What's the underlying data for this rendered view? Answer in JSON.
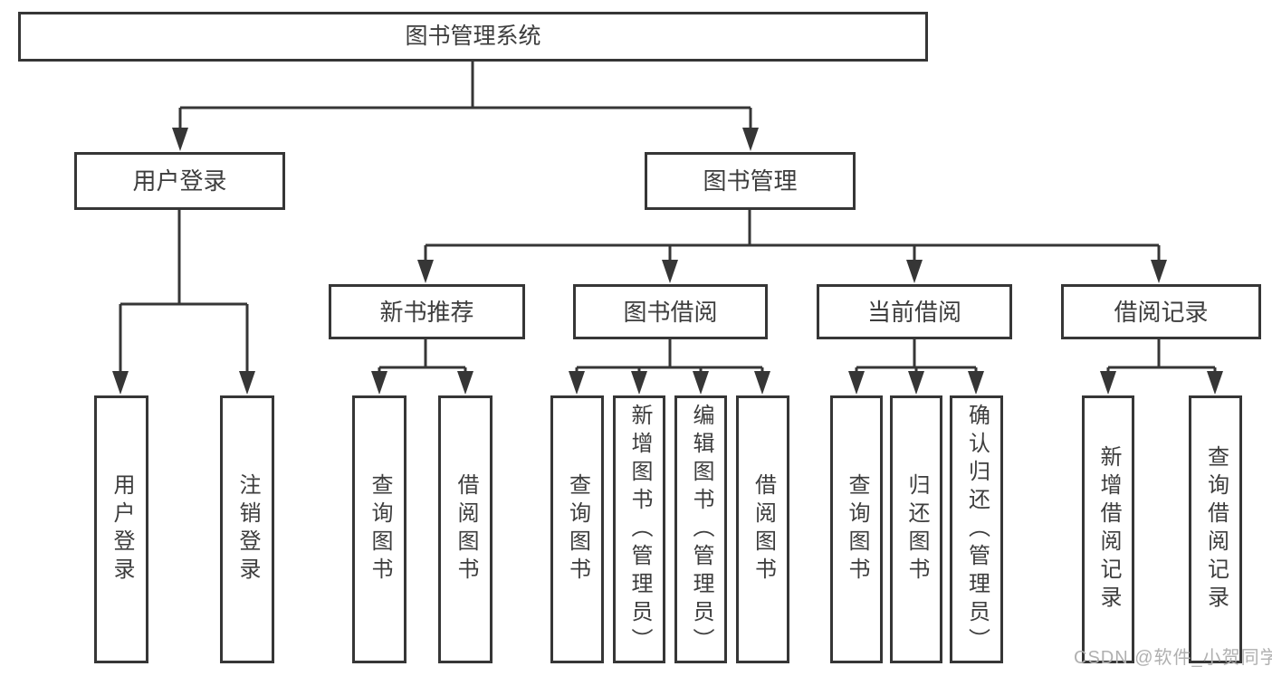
{
  "diagram": {
    "root": "图书管理系统",
    "groups": [
      {
        "parent": "用户登录",
        "leaves": [
          "用户登录",
          "注销登录"
        ]
      },
      {
        "parent": "图书管理",
        "subgroups": [
          {
            "parent": "新书推荐",
            "leaves": [
              "查询图书",
              "借阅图书"
            ]
          },
          {
            "parent": "图书借阅",
            "leaves": [
              "查询图书",
              "新增图书（管理员）",
              "编辑图书（管理员）",
              "借阅图书"
            ]
          },
          {
            "parent": "当前借阅",
            "leaves": [
              "查询图书",
              "归还图书",
              "确认归还（管理员）"
            ]
          },
          {
            "parent": "借阅记录",
            "leaves": [
              "新增借阅记录",
              "查询借阅记录"
            ]
          }
        ]
      }
    ]
  },
  "watermark": "CSDN @软件_小贺同学",
  "colors": {
    "line": "#363636",
    "text": "#3d3d3d",
    "watermark": "#b0b0b0",
    "background": "#ffffff"
  }
}
